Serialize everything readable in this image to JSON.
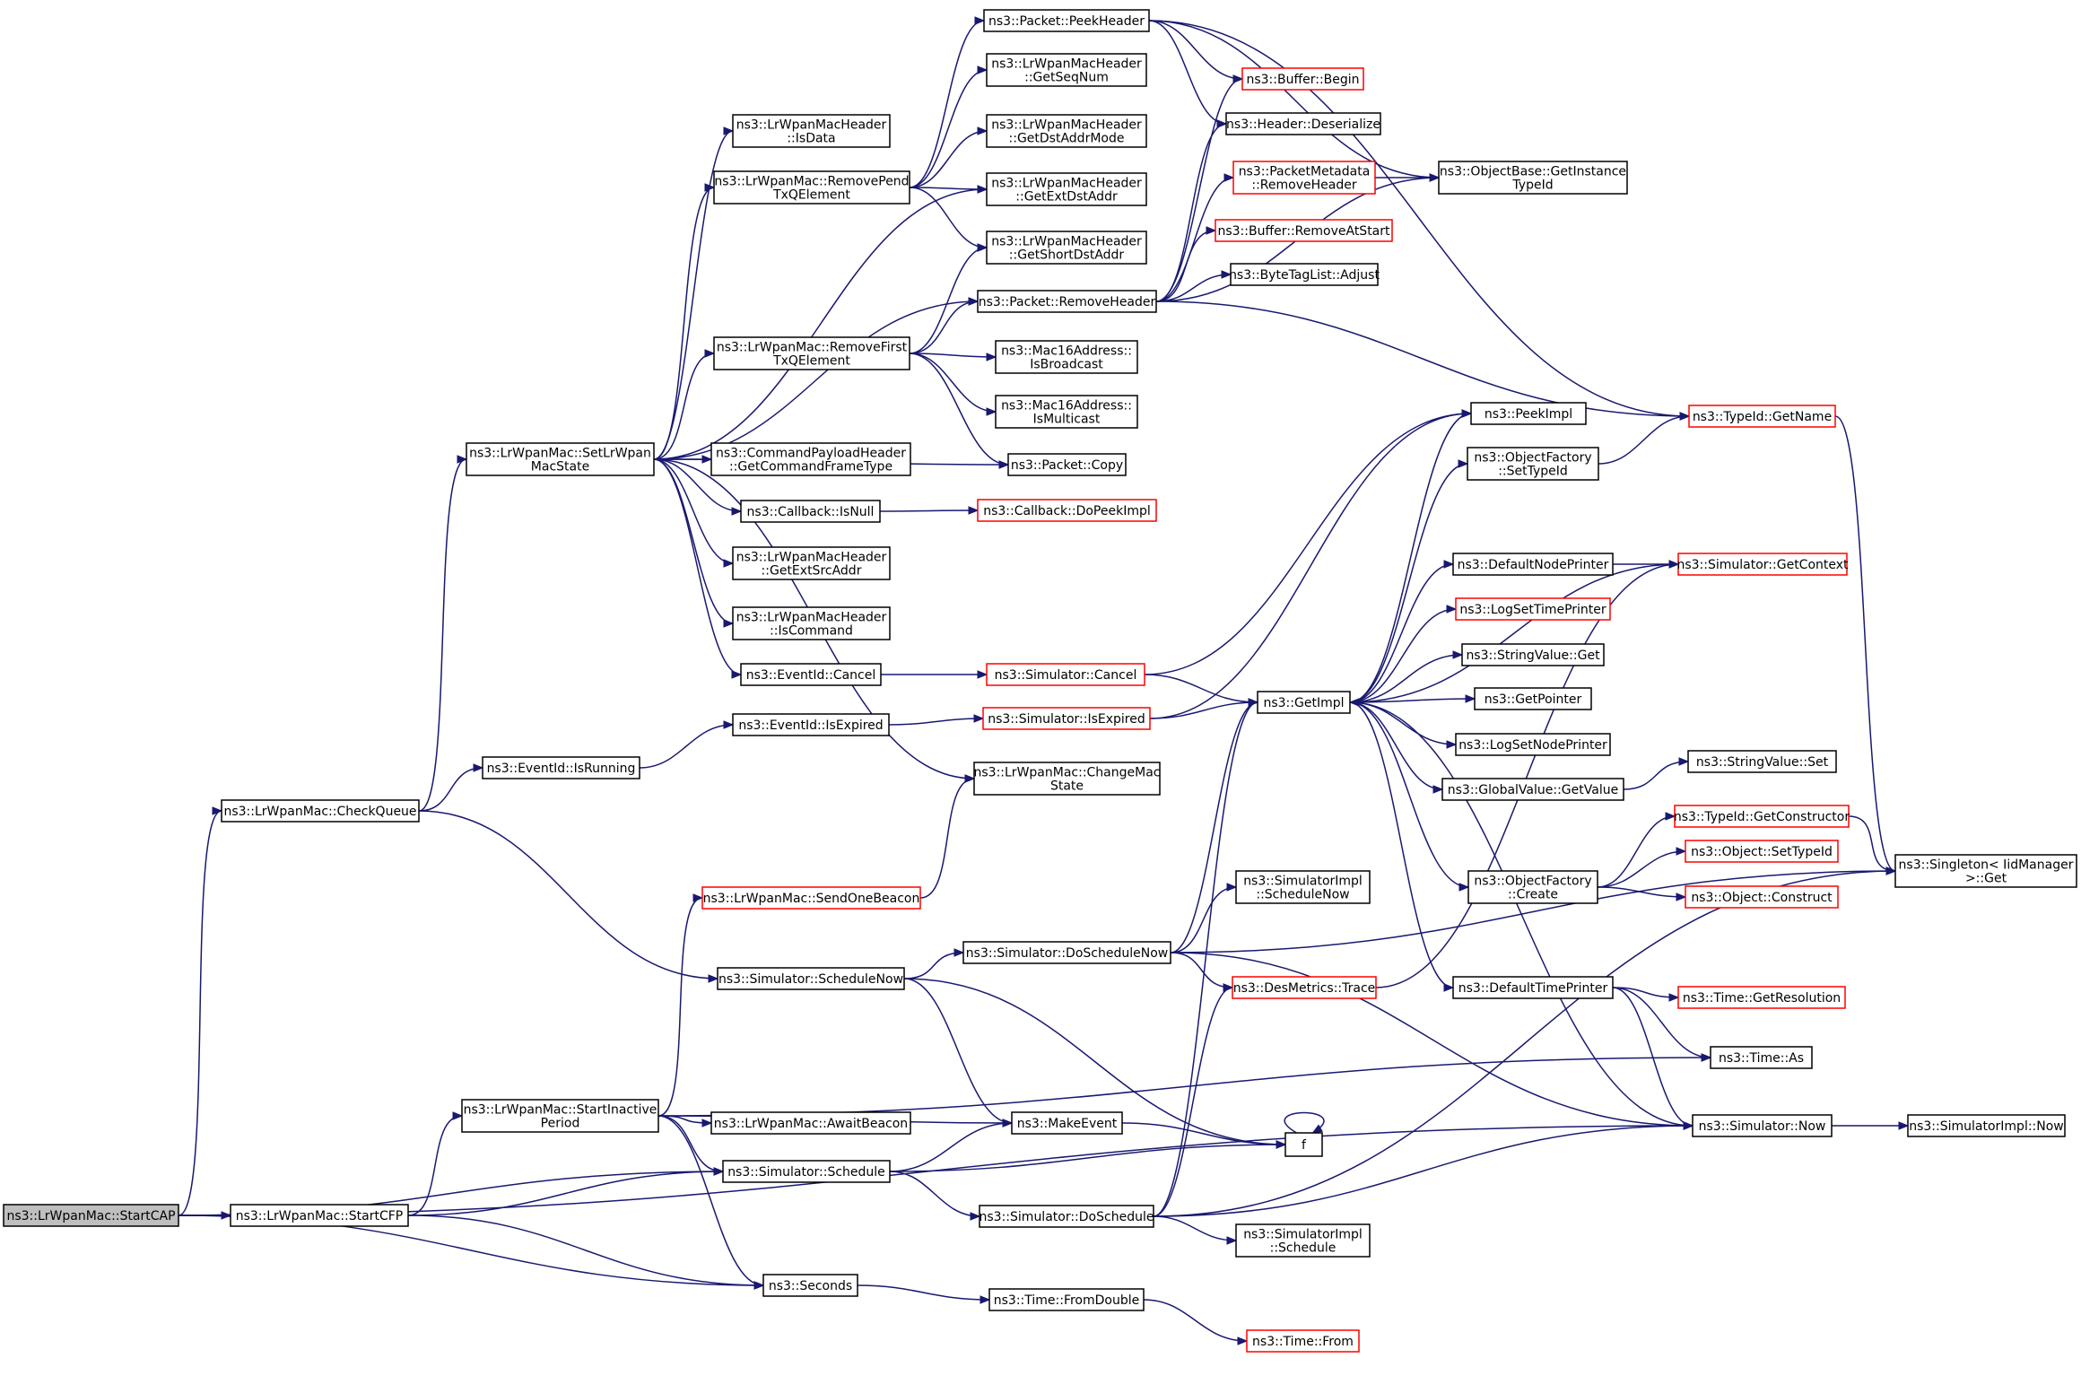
{
  "title": "",
  "colors": {
    "edge": "#191970",
    "red_border": "#ff0000",
    "root_fill": "#bfbfbf"
  },
  "nodes": [
    {
      "id": "startcap",
      "lines": [
        "ns3::LrWpanMac::StartCAP"
      ],
      "style": "root"
    },
    {
      "id": "startcfp",
      "lines": [
        "ns3::LrWpanMac::StartCFP"
      ]
    },
    {
      "id": "checkqueue",
      "lines": [
        "ns3::LrWpanMac::CheckQueue"
      ]
    },
    {
      "id": "setstate",
      "lines": [
        "ns3::LrWpanMac::SetLrWpan",
        "MacState"
      ]
    },
    {
      "id": "startinactive",
      "lines": [
        "ns3::LrWpanMac::StartInactive",
        "Period"
      ]
    },
    {
      "id": "isdata",
      "lines": [
        "ns3::LrWpanMacHeader",
        "::IsData"
      ]
    },
    {
      "id": "removepend",
      "lines": [
        "ns3::LrWpanMac::RemovePend",
        "TxQElement"
      ]
    },
    {
      "id": "removefirst",
      "lines": [
        "ns3::LrWpanMac::RemoveFirst",
        "TxQElement"
      ]
    },
    {
      "id": "cmdframe",
      "lines": [
        "ns3::CommandPayloadHeader",
        "::GetCommandFrameType"
      ]
    },
    {
      "id": "cbisnull",
      "lines": [
        "ns3::Callback::IsNull"
      ]
    },
    {
      "id": "getextsrc",
      "lines": [
        "ns3::LrWpanMacHeader",
        "::GetExtSrcAddr"
      ]
    },
    {
      "id": "iscommand",
      "lines": [
        "ns3::LrWpanMacHeader",
        "::IsCommand"
      ]
    },
    {
      "id": "evcancel",
      "lines": [
        "ns3::EventId::Cancel"
      ]
    },
    {
      "id": "evexpired",
      "lines": [
        "ns3::EventId::IsExpired"
      ]
    },
    {
      "id": "evrunning",
      "lines": [
        "ns3::EventId::IsRunning"
      ]
    },
    {
      "id": "sendbeacon",
      "lines": [
        "ns3::LrWpanMac::SendOneBeacon"
      ],
      "style": "red"
    },
    {
      "id": "schednow",
      "lines": [
        "ns3::Simulator::ScheduleNow"
      ]
    },
    {
      "id": "awaitbeacon",
      "lines": [
        "ns3::LrWpanMac::AwaitBeacon"
      ]
    },
    {
      "id": "schedule",
      "lines": [
        "ns3::Simulator::Schedule"
      ]
    },
    {
      "id": "seconds",
      "lines": [
        "ns3::Seconds"
      ]
    },
    {
      "id": "peekheader",
      "lines": [
        "ns3::Packet::PeekHeader"
      ]
    },
    {
      "id": "getseqnum",
      "lines": [
        "ns3::LrWpanMacHeader",
        "::GetSeqNum"
      ]
    },
    {
      "id": "getdstmode",
      "lines": [
        "ns3::LrWpanMacHeader",
        "::GetDstAddrMode"
      ]
    },
    {
      "id": "getextdst",
      "lines": [
        "ns3::LrWpanMacHeader",
        "::GetExtDstAddr"
      ]
    },
    {
      "id": "getshortdst",
      "lines": [
        "ns3::LrWpanMacHeader",
        "::GetShortDstAddr"
      ]
    },
    {
      "id": "removeheader",
      "lines": [
        "ns3::Packet::RemoveHeader"
      ]
    },
    {
      "id": "isbroadcast",
      "lines": [
        "ns3::Mac16Address::",
        "IsBroadcast"
      ]
    },
    {
      "id": "ismulticast",
      "lines": [
        "ns3::Mac16Address::",
        "IsMulticast"
      ]
    },
    {
      "id": "pktcopy",
      "lines": [
        "ns3::Packet::Copy"
      ]
    },
    {
      "id": "cbdopeek",
      "lines": [
        "ns3::Callback::DoPeekImpl"
      ],
      "style": "red"
    },
    {
      "id": "simcancel",
      "lines": [
        "ns3::Simulator::Cancel"
      ],
      "style": "red"
    },
    {
      "id": "simexpired",
      "lines": [
        "ns3::Simulator::IsExpired"
      ],
      "style": "red"
    },
    {
      "id": "changestate",
      "lines": [
        "ns3::LrWpanMac::ChangeMac",
        "State"
      ]
    },
    {
      "id": "simimplschednow",
      "lines": [
        "ns3::SimulatorImpl",
        "::ScheduleNow"
      ]
    },
    {
      "id": "doschednow",
      "lines": [
        "ns3::Simulator::DoScheduleNow"
      ]
    },
    {
      "id": "makeevent",
      "lines": [
        "ns3::MakeEvent"
      ]
    },
    {
      "id": "dosched",
      "lines": [
        "ns3::Simulator::DoSchedule"
      ]
    },
    {
      "id": "simimplsched",
      "lines": [
        "ns3::SimulatorImpl",
        "::Schedule"
      ]
    },
    {
      "id": "fromdouble",
      "lines": [
        "ns3::Time::FromDouble"
      ]
    },
    {
      "id": "timefrom",
      "lines": [
        "ns3::Time::From"
      ],
      "style": "red"
    },
    {
      "id": "bufbegin",
      "lines": [
        "ns3::Buffer::Begin"
      ],
      "style": "red"
    },
    {
      "id": "hdrdeser",
      "lines": [
        "ns3::Header::Deserialize"
      ]
    },
    {
      "id": "pktmeta",
      "lines": [
        "ns3::PacketMetadata",
        "::RemoveHeader"
      ],
      "style": "red"
    },
    {
      "id": "bufremove",
      "lines": [
        "ns3::Buffer::RemoveAtStart"
      ],
      "style": "red"
    },
    {
      "id": "bytetag",
      "lines": [
        "ns3::ByteTagList::Adjust"
      ]
    },
    {
      "id": "getimpl",
      "lines": [
        "ns3::GetImpl"
      ]
    },
    {
      "id": "destrace",
      "lines": [
        "ns3::DesMetrics::Trace"
      ],
      "style": "red"
    },
    {
      "id": "f",
      "lines": [
        "f"
      ]
    },
    {
      "id": "objbase",
      "lines": [
        "ns3::ObjectBase::GetInstance",
        "TypeId"
      ]
    },
    {
      "id": "peekimpl",
      "lines": [
        "ns3::PeekImpl"
      ]
    },
    {
      "id": "ofsettype",
      "lines": [
        "ns3::ObjectFactory",
        "::SetTypeId"
      ]
    },
    {
      "id": "defnodeprinter",
      "lines": [
        "ns3::DefaultNodePrinter"
      ]
    },
    {
      "id": "logsettime",
      "lines": [
        "ns3::LogSetTimePrinter"
      ],
      "style": "red"
    },
    {
      "id": "strget",
      "lines": [
        "ns3::StringValue::Get"
      ]
    },
    {
      "id": "getpointer",
      "lines": [
        "ns3::GetPointer"
      ]
    },
    {
      "id": "logsetnode",
      "lines": [
        "ns3::LogSetNodePrinter"
      ]
    },
    {
      "id": "gvgetvalue",
      "lines": [
        "ns3::GlobalValue::GetValue"
      ]
    },
    {
      "id": "ofcreate",
      "lines": [
        "ns3::ObjectFactory",
        "::Create"
      ]
    },
    {
      "id": "deftimeprinter",
      "lines": [
        "ns3::DefaultTimePrinter"
      ]
    },
    {
      "id": "typeidname",
      "lines": [
        "ns3::TypeId::GetName"
      ],
      "style": "red"
    },
    {
      "id": "simgetctx",
      "lines": [
        "ns3::Simulator::GetContext"
      ],
      "style": "red"
    },
    {
      "id": "strset",
      "lines": [
        "ns3::StringValue::Set"
      ]
    },
    {
      "id": "typeidctor",
      "lines": [
        "ns3::TypeId::GetConstructor"
      ],
      "style": "red"
    },
    {
      "id": "objsettype",
      "lines": [
        "ns3::Object::SetTypeId"
      ],
      "style": "red"
    },
    {
      "id": "objconstruct",
      "lines": [
        "ns3::Object::Construct"
      ],
      "style": "red"
    },
    {
      "id": "timeres",
      "lines": [
        "ns3::Time::GetResolution"
      ],
      "style": "red"
    },
    {
      "id": "timeas",
      "lines": [
        "ns3::Time::As"
      ]
    },
    {
      "id": "simnow",
      "lines": [
        "ns3::Simulator::Now"
      ]
    },
    {
      "id": "singleton",
      "lines": [
        "ns3::Singleton< IidManager",
        " >::Get"
      ]
    },
    {
      "id": "simimplnow",
      "lines": [
        "ns3::SimulatorImpl::Now"
      ]
    }
  ],
  "edges": [
    [
      "startcap",
      "checkqueue"
    ],
    [
      "startcap",
      "startcfp"
    ],
    [
      "startcap",
      "schedule"
    ],
    [
      "startcap",
      "seconds"
    ],
    [
      "startcap",
      "simnow"
    ],
    [
      "startcfp",
      "startinactive"
    ],
    [
      "startcfp",
      "schedule"
    ],
    [
      "startcfp",
      "seconds"
    ],
    [
      "checkqueue",
      "setstate"
    ],
    [
      "checkqueue",
      "evrunning"
    ],
    [
      "checkqueue",
      "schednow"
    ],
    [
      "setstate",
      "isdata"
    ],
    [
      "setstate",
      "removepend"
    ],
    [
      "setstate",
      "getextdst"
    ],
    [
      "setstate",
      "removeheader"
    ],
    [
      "setstate",
      "removefirst"
    ],
    [
      "setstate",
      "cmdframe"
    ],
    [
      "setstate",
      "pktcopy"
    ],
    [
      "setstate",
      "cbisnull"
    ],
    [
      "setstate",
      "getextsrc"
    ],
    [
      "setstate",
      "iscommand"
    ],
    [
      "setstate",
      "evcancel"
    ],
    [
      "setstate",
      "changestate"
    ],
    [
      "removepend",
      "peekheader"
    ],
    [
      "removepend",
      "getseqnum"
    ],
    [
      "removepend",
      "getdstmode"
    ],
    [
      "removepend",
      "getextdst"
    ],
    [
      "removepend",
      "getshortdst"
    ],
    [
      "removefirst",
      "getshortdst"
    ],
    [
      "removefirst",
      "removeheader"
    ],
    [
      "removefirst",
      "isbroadcast"
    ],
    [
      "removefirst",
      "ismulticast"
    ],
    [
      "removefirst",
      "pktcopy"
    ],
    [
      "cbisnull",
      "cbdopeek"
    ],
    [
      "evcancel",
      "simcancel"
    ],
    [
      "evrunning",
      "evexpired"
    ],
    [
      "evexpired",
      "simexpired"
    ],
    [
      "simcancel",
      "peekimpl"
    ],
    [
      "simcancel",
      "getimpl"
    ],
    [
      "simexpired",
      "getimpl"
    ],
    [
      "simexpired",
      "peekimpl"
    ],
    [
      "startinactive",
      "sendbeacon"
    ],
    [
      "startinactive",
      "awaitbeacon"
    ],
    [
      "startinactive",
      "timeas"
    ],
    [
      "startinactive",
      "schedule"
    ],
    [
      "startinactive",
      "makeevent"
    ],
    [
      "startinactive",
      "seconds"
    ],
    [
      "sendbeacon",
      "changestate"
    ],
    [
      "schednow",
      "doschednow"
    ],
    [
      "schednow",
      "makeevent"
    ],
    [
      "schednow",
      "f"
    ],
    [
      "schedule",
      "makeevent"
    ],
    [
      "schedule",
      "dosched"
    ],
    [
      "schedule",
      "f"
    ],
    [
      "seconds",
      "fromdouble"
    ],
    [
      "fromdouble",
      "timefrom"
    ],
    [
      "makeevent",
      "f"
    ],
    [
      "f",
      "f"
    ],
    [
      "doschednow",
      "getimpl"
    ],
    [
      "doschednow",
      "simimplschednow"
    ],
    [
      "doschednow",
      "destrace"
    ],
    [
      "doschednow",
      "singleton"
    ],
    [
      "doschednow",
      "simnow"
    ],
    [
      "dosched",
      "getimpl"
    ],
    [
      "dosched",
      "destrace"
    ],
    [
      "dosched",
      "simimplsched"
    ],
    [
      "dosched",
      "simnow"
    ],
    [
      "dosched",
      "singleton"
    ],
    [
      "destrace",
      "simgetctx"
    ],
    [
      "peekheader",
      "bufbegin"
    ],
    [
      "peekheader",
      "hdrdeser"
    ],
    [
      "peekheader",
      "objbase"
    ],
    [
      "peekheader",
      "typeidname"
    ],
    [
      "removeheader",
      "bufbegin"
    ],
    [
      "removeheader",
      "hdrdeser"
    ],
    [
      "removeheader",
      "pktmeta"
    ],
    [
      "removeheader",
      "bufremove"
    ],
    [
      "removeheader",
      "bytetag"
    ],
    [
      "removeheader",
      "objbase"
    ],
    [
      "removeheader",
      "typeidname"
    ],
    [
      "pktmeta",
      "objbase"
    ],
    [
      "getimpl",
      "peekimpl"
    ],
    [
      "getimpl",
      "ofsettype"
    ],
    [
      "getimpl",
      "defnodeprinter"
    ],
    [
      "getimpl",
      "logsettime"
    ],
    [
      "getimpl",
      "strget"
    ],
    [
      "getimpl",
      "getpointer"
    ],
    [
      "getimpl",
      "logsetnode"
    ],
    [
      "getimpl",
      "gvgetvalue"
    ],
    [
      "getimpl",
      "ofcreate"
    ],
    [
      "getimpl",
      "deftimeprinter"
    ],
    [
      "getimpl",
      "simnow"
    ],
    [
      "ofsettype",
      "typeidname"
    ],
    [
      "defnodeprinter",
      "simgetctx"
    ],
    [
      "simgetctx",
      "getimpl"
    ],
    [
      "gvgetvalue",
      "strset"
    ],
    [
      "ofcreate",
      "typeidctor"
    ],
    [
      "ofcreate",
      "objsettype"
    ],
    [
      "ofcreate",
      "objconstruct"
    ],
    [
      "deftimeprinter",
      "timeres"
    ],
    [
      "deftimeprinter",
      "timeas"
    ],
    [
      "deftimeprinter",
      "simnow"
    ],
    [
      "typeidname",
      "singleton"
    ],
    [
      "typeidctor",
      "singleton"
    ],
    [
      "simnow",
      "simimplnow"
    ]
  ]
}
